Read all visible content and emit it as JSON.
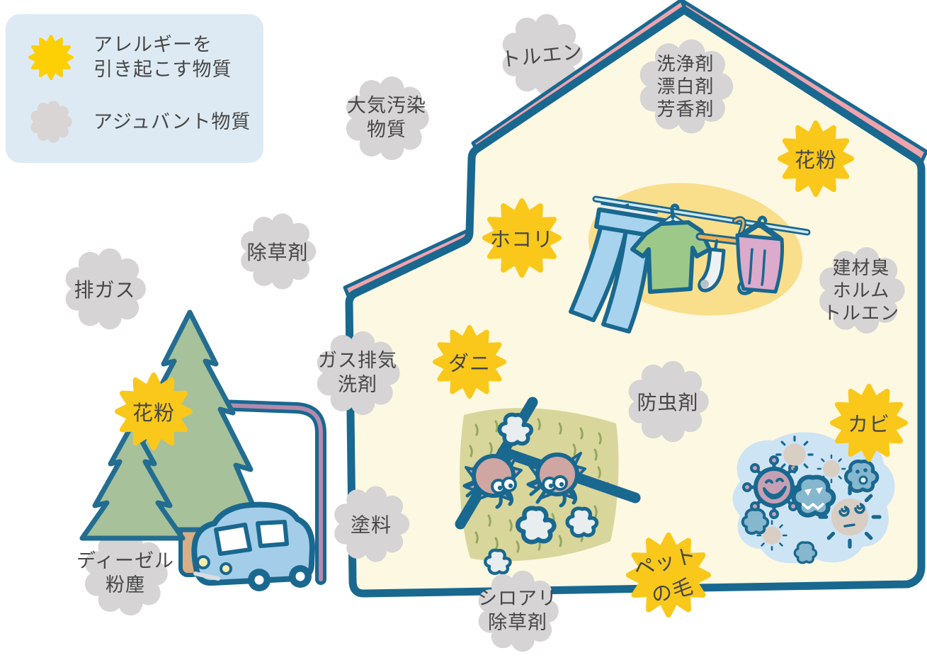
{
  "colors": {
    "allergen_yellow": "#f9c81a",
    "adjuvant_gray": "#d6d4d4",
    "outline_teal": "#19688f",
    "roof_pink": "#f0a3ac",
    "house_cream": "#fdf8e1",
    "label_text": "#474747",
    "legend_bg": "#ddeaf3"
  },
  "icons": {
    "allergen": "sunburst-icon",
    "adjuvant": "scalloped-cloud-icon"
  },
  "legend": {
    "allergen": {
      "line1": "アレルギーを",
      "line2": "引き起こす物質"
    },
    "adjuvant": {
      "label": "アジュバント物質"
    }
  },
  "clouds": {
    "toluene": {
      "label": "トルエン"
    },
    "air_pollution": {
      "line1": "大気汚染",
      "line2": "物質"
    },
    "cleaners": {
      "line1": "洗浄剤",
      "line2": "漂白剤",
      "line3": "芳香剤"
    },
    "herbicide": {
      "label": "除草剤"
    },
    "exhaust_gas": {
      "label": "排ガス"
    },
    "gas_detergent": {
      "line1": "ガス排気",
      "line2": "洗剤"
    },
    "insect_repellent": {
      "label": "防虫剤"
    },
    "building_materials": {
      "line1": "建材臭",
      "line2": "ホルム",
      "line3": "トルエン"
    },
    "paint": {
      "label": "塗料"
    },
    "diesel": {
      "line1": "ディーゼル",
      "line2": "粉塵"
    },
    "termite": {
      "line1": "シロアリ",
      "line2": "除草剤"
    }
  },
  "bursts": {
    "pollen_house": {
      "label": "花粉"
    },
    "dust": {
      "label": "ホコリ"
    },
    "mite": {
      "label": "ダニ"
    },
    "mold": {
      "label": "カビ"
    },
    "pollen_tree": {
      "label": "花粉"
    },
    "pet_hair": {
      "line1": "ペット",
      "line2": "の毛"
    }
  }
}
